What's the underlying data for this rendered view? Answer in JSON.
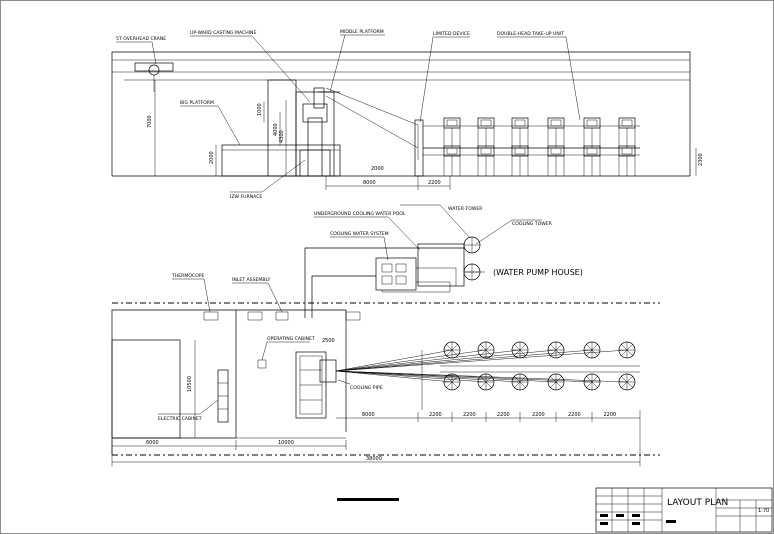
{
  "elevation": {
    "callouts": {
      "crane": "5T OVERHEAD CRANE",
      "caster": "UP-WARD CASTING MACHINE",
      "middle_platform": "MIDDLE PLATFORM",
      "limited_device": "LIMITED DEVICE",
      "takeup": "DOUBLE-HEAD TAKE-UP UNIT",
      "big_platform": "BIG PLATFORM",
      "furnace": "IZW FURNACE"
    },
    "dims": {
      "d7000": "7000",
      "d4300": "4300",
      "d4000": "4000",
      "d2000_left": "2000",
      "d2300": "2300",
      "d1000": "1000",
      "d8000": "8000",
      "d2200": "2200",
      "d2000_right": "2000"
    }
  },
  "water_system": {
    "pool": "UNDERGROUND COOLING WATER POOL",
    "system": "COOLING WATER SYSTEM",
    "tower_top": "WATER TOWER",
    "tower_right": "COOLING TOWER",
    "pump_house": "(WATER PUMP HOUSE)"
  },
  "plan": {
    "callouts": {
      "thermocouple": "THERMOCOPE",
      "inlet": "INLET ASSEMBLY",
      "operating_cabinet": "OPERATING CABINET",
      "electric_cabinet": "ELECTRIC CABINET",
      "cooling_pipe": "COOLING PIPE"
    },
    "dims": {
      "d10500": "10500",
      "d2500": "2500",
      "d8000": "8000",
      "spacing": [
        "2200",
        "2200",
        "2200",
        "2200",
        "2200",
        "2200"
      ],
      "d6000": "6000",
      "d10000": "10000",
      "total": "38000"
    }
  },
  "title_block": {
    "title": "LAYOUT PLAN",
    "scale": "1:70"
  }
}
